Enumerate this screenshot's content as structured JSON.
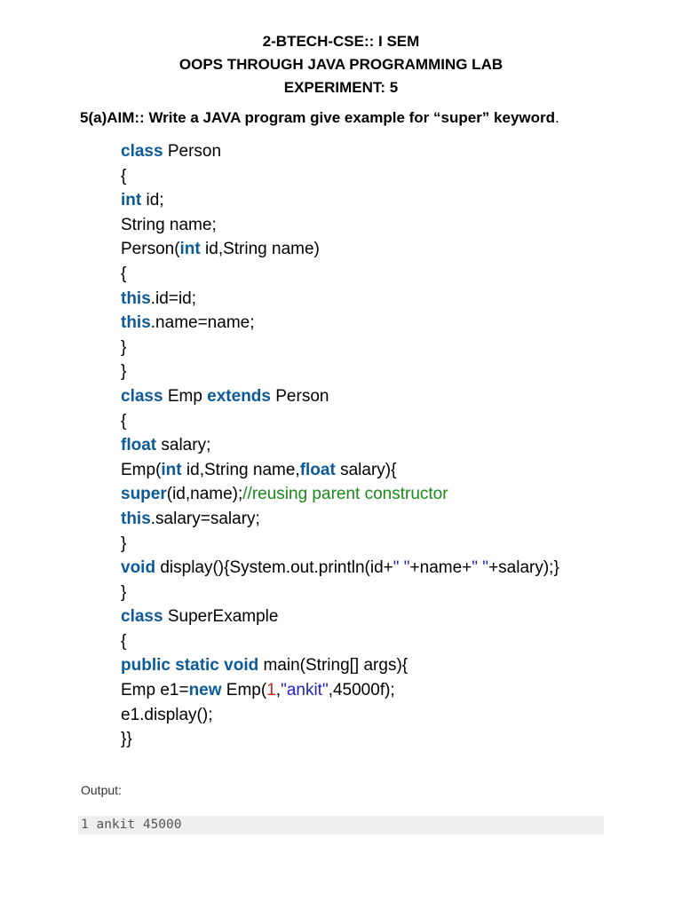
{
  "header": {
    "line1": "2-BTECH-CSE:: I SEM",
    "line2": "OOPS THROUGH JAVA PROGRAMMING LAB",
    "line3": "EXPERIMENT: 5"
  },
  "aim": {
    "text": "5(a)AIM:: Write a JAVA program give example for “super” keyword",
    "trailing": "."
  },
  "code_lines": [
    [
      {
        "t": "class",
        "c": "kw"
      },
      {
        "t": " Person"
      }
    ],
    [
      {
        "t": "{"
      }
    ],
    [
      {
        "t": "int",
        "c": "kw"
      },
      {
        "t": " id;"
      }
    ],
    [
      {
        "t": "String name;"
      }
    ],
    [
      {
        "t": "Person("
      },
      {
        "t": "int",
        "c": "kw"
      },
      {
        "t": " id,String name)"
      }
    ],
    [
      {
        "t": "{"
      }
    ],
    [
      {
        "t": "this",
        "c": "kw"
      },
      {
        "t": ".id=id;"
      }
    ],
    [
      {
        "t": "this",
        "c": "kw"
      },
      {
        "t": ".name=name;"
      }
    ],
    [
      {
        "t": "}"
      }
    ],
    [
      {
        "t": "}"
      }
    ],
    [
      {
        "t": "class",
        "c": "kw"
      },
      {
        "t": " Emp "
      },
      {
        "t": "extends",
        "c": "kw"
      },
      {
        "t": " Person"
      }
    ],
    [
      {
        "t": "{"
      }
    ],
    [
      {
        "t": "float",
        "c": "kw"
      },
      {
        "t": " salary;"
      }
    ],
    [
      {
        "t": "Emp("
      },
      {
        "t": "int",
        "c": "kw"
      },
      {
        "t": " id,String name,"
      },
      {
        "t": "float",
        "c": "kw"
      },
      {
        "t": " salary){"
      }
    ],
    [
      {
        "t": "super",
        "c": "kw"
      },
      {
        "t": "(id,name);"
      },
      {
        "t": "//reusing parent constructor",
        "c": "cm"
      }
    ],
    [
      {
        "t": "this",
        "c": "kw"
      },
      {
        "t": ".salary=salary;"
      }
    ],
    [
      {
        "t": "}"
      }
    ],
    [
      {
        "t": "void",
        "c": "kw"
      },
      {
        "t": " display(){System.out.println(id+"
      },
      {
        "t": "\" \"",
        "c": "st"
      },
      {
        "t": "+name+"
      },
      {
        "t": "\" \"",
        "c": "st"
      },
      {
        "t": "+salary);}"
      }
    ],
    [
      {
        "t": "}"
      }
    ],
    [
      {
        "t": "class",
        "c": "kw"
      },
      {
        "t": " SuperExample"
      }
    ],
    [
      {
        "t": "{"
      }
    ],
    [
      {
        "t": "public",
        "c": "kw"
      },
      {
        "t": " "
      },
      {
        "t": "static",
        "c": "kw"
      },
      {
        "t": " "
      },
      {
        "t": "void",
        "c": "kw"
      },
      {
        "t": " main(String[] args){"
      }
    ],
    [
      {
        "t": "Emp e1="
      },
      {
        "t": "new",
        "c": "kw"
      },
      {
        "t": " Emp("
      },
      {
        "t": "1",
        "c": "nm"
      },
      {
        "t": ","
      },
      {
        "t": "\"ankit\"",
        "c": "st"
      },
      {
        "t": ",45000f);"
      }
    ],
    [
      {
        "t": "e1.display();"
      }
    ],
    [
      {
        "t": "}}"
      }
    ]
  ],
  "output": {
    "label": "Output:",
    "value": "1 ankit 45000"
  },
  "colors": {
    "keyword": "#0b5b9a",
    "comment": "#1a8a1a",
    "string": "#2222cc",
    "number": "#d42020"
  }
}
